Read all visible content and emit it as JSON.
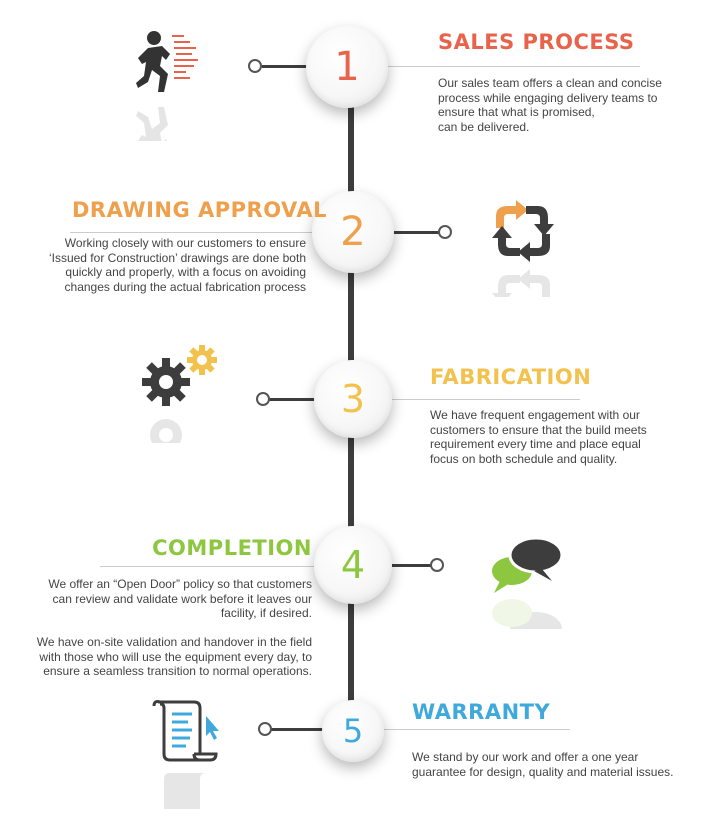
{
  "colors": {
    "spine": "#3d3d3d",
    "sales": "#e8634c",
    "drawing": "#eea04d",
    "fabrication": "#f2c14e",
    "completion": "#8dc63f",
    "warranty": "#3fa9dc"
  },
  "steps": [
    {
      "number": "1",
      "title": "SALES PROCESS",
      "description": "Our sales team offers a clean and concise\nprocess while engaging delivery teams to\nensure that what is promised,\ncan be delivered.",
      "icon": "running-man-icon"
    },
    {
      "number": "2",
      "title": "DRAWING APPROVAL",
      "description": "Working closely with our customers to ensure\n‘Issued for Construction’ drawings are done both\nquickly  and properly, with a focus on  avoiding\nchanges during the  actual fabrication process",
      "icon": "refresh-arrows-icon"
    },
    {
      "number": "3",
      "title": "FABRICATION",
      "description": "We have frequent engagement with our\ncustomers to ensure that the build meets\nrequirement every time and place equal\nfocus on both schedule and quality.",
      "icon": "gears-icon"
    },
    {
      "number": "4",
      "title": "COMPLETION",
      "description": "We offer an “Open Door” policy so that customers\ncan review  and validate work before  it leaves our\nfacility, if desired.\n\nWe have on-site validation and handover in the field\nwith those who will use the equipment  every day, to\nensure a seamless transition to normal operations.",
      "icon": "chat-bubbles-icon"
    },
    {
      "number": "5",
      "title": "WARRANTY",
      "description": "We stand by our work and offer a one year\nguarantee for design, quality and material issues.",
      "icon": "document-scroll-icon"
    }
  ]
}
